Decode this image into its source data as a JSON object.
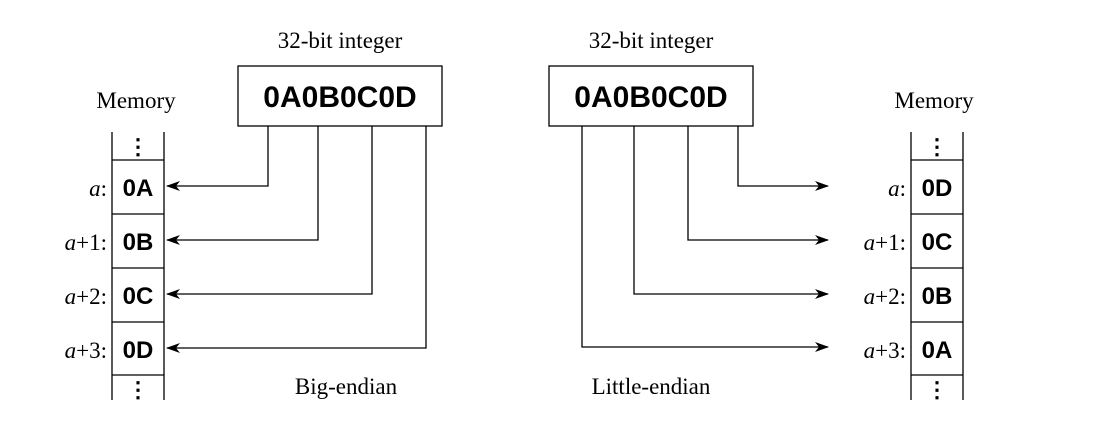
{
  "big_endian": {
    "header": "32-bit integer",
    "value": "0A0B0C0D",
    "memory_title": "Memory",
    "caption": "Big-endian",
    "rows": [
      {
        "var": "a",
        "suffix": ":",
        "byte": "0A"
      },
      {
        "var": "a",
        "suffix": "+1:",
        "byte": "0B"
      },
      {
        "var": "a",
        "suffix": "+2:",
        "byte": "0C"
      },
      {
        "var": "a",
        "suffix": "+3:",
        "byte": "0D"
      }
    ],
    "ellipsis": "⋮"
  },
  "little_endian": {
    "header": "32-bit integer",
    "value": "0A0B0C0D",
    "memory_title": "Memory",
    "caption": "Little-endian",
    "rows": [
      {
        "var": "a",
        "suffix": ":",
        "byte": "0D"
      },
      {
        "var": "a",
        "suffix": "+1:",
        "byte": "0C"
      },
      {
        "var": "a",
        "suffix": "+2:",
        "byte": "0B"
      },
      {
        "var": "a",
        "suffix": "+3:",
        "byte": "0A"
      }
    ],
    "ellipsis": "⋮"
  }
}
